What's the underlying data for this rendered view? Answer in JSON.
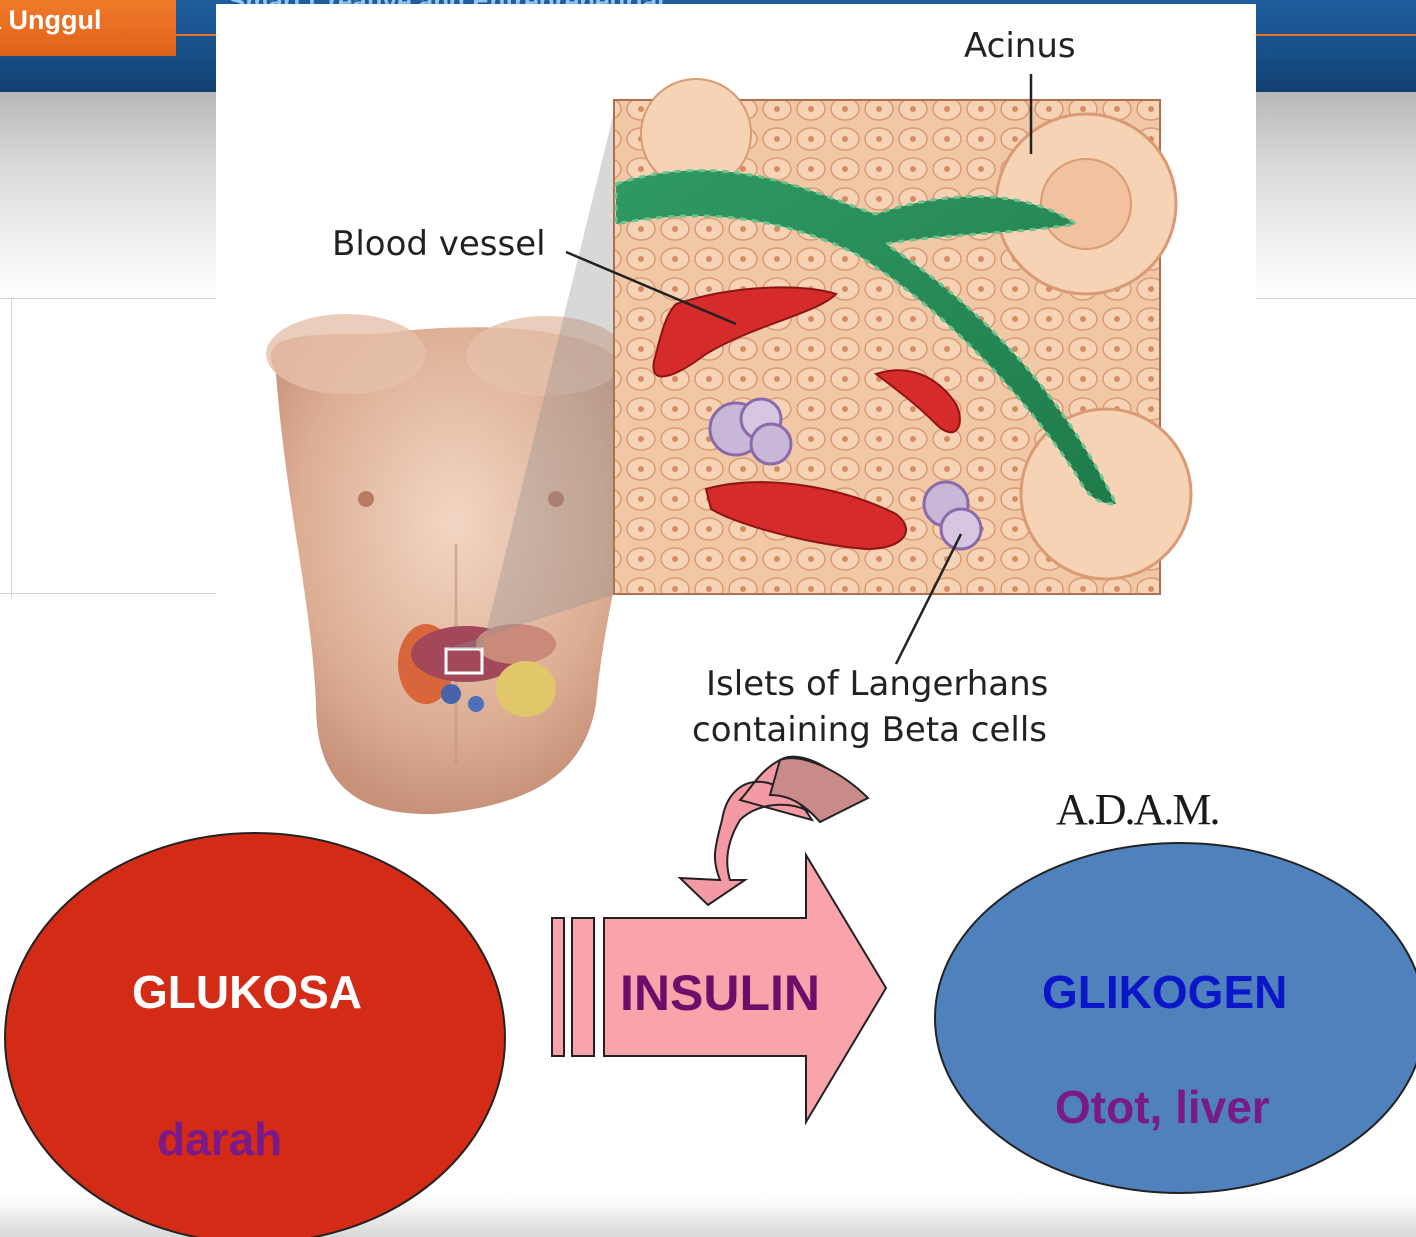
{
  "header": {
    "brand": "a Unggul",
    "tagline": "Smart Creative and Entrepreneurial"
  },
  "illustration": {
    "labels": {
      "acinus": "Acinus",
      "blood_vessel": "Blood vessel",
      "islets_line1": "Islets of Langerhans",
      "islets_line2": "containing Beta cells"
    },
    "credit": "A.D.A.M."
  },
  "diagram": {
    "source_node": {
      "title": "GLUKOSA",
      "subtitle": "darah",
      "color": "#d42b17",
      "title_color": "#ffffff",
      "subtitle_color": "#7a1a8a"
    },
    "arrow": {
      "label": "INSULIN",
      "color": "#f9a3ab",
      "label_color": "#6d0f6a"
    },
    "target_node": {
      "title": "GLIKOGEN",
      "subtitle": "Otot, liver",
      "color": "#4f81bd",
      "title_color": "#0b16c9",
      "subtitle_color": "#7a1a8a"
    },
    "feedback_arrow_color": "#f49aa4"
  }
}
